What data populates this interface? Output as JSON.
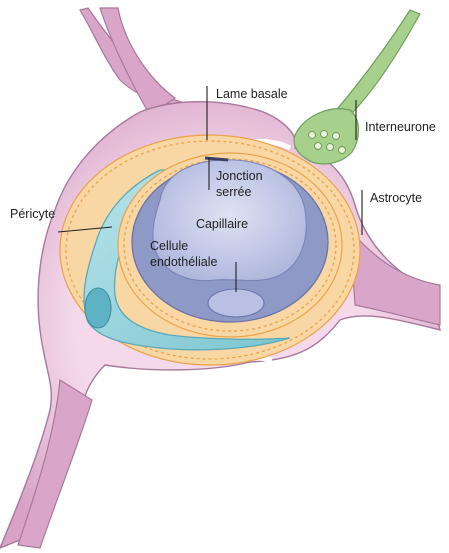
{
  "labels": {
    "lame_basale": "Lame basale",
    "interneurone": "Interneurone",
    "jonction_line1": "Jonction",
    "jonction_line2": "serrée",
    "astrocyte": "Astrocyte",
    "pericyte": "Péricyte",
    "capillaire": "Capillaire",
    "cellule_line1": "Cellule",
    "cellule_line2": "endothéliale"
  },
  "colors": {
    "astrocyte_fill": "#d9a6c9",
    "astrocyte_edge": "#a8789c",
    "astrocyte_light": "#f3d6e8",
    "basal_lamina": "#f6c98a",
    "basal_dash": "#e9a24a",
    "pericyte_fill": "#8fd0da",
    "pericyte_edge": "#5aa9b8",
    "endothelium": "#8f99c6",
    "lumen": "#c3c9e6",
    "interneuron": "#a8d08d",
    "interneuron_edge": "#6d9e58"
  }
}
